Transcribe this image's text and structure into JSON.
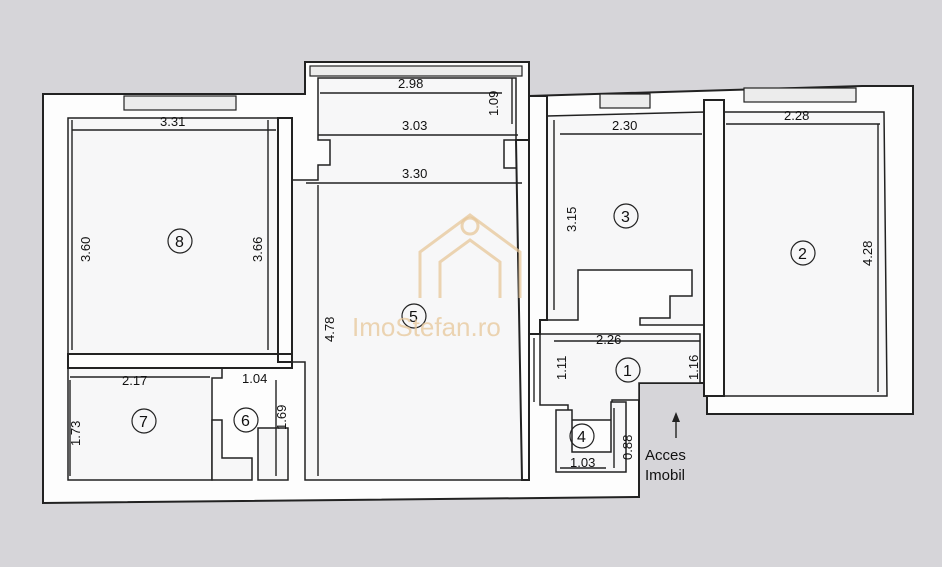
{
  "rooms": [
    {
      "id": "1",
      "label": "1"
    },
    {
      "id": "2",
      "label": "2"
    },
    {
      "id": "3",
      "label": "3"
    },
    {
      "id": "4",
      "label": "4"
    },
    {
      "id": "5",
      "label": "5"
    },
    {
      "id": "6",
      "label": "6"
    },
    {
      "id": "7",
      "label": "7"
    },
    {
      "id": "8",
      "label": "8"
    }
  ],
  "dimensions": [
    "2.98",
    "1.09",
    "3.03",
    "3.30",
    "3.31",
    "3.60",
    "3.66",
    "4.78",
    "2.30",
    "3.15",
    "2.28",
    "4.28",
    "2.26",
    "1.11",
    "1.16",
    "2.17",
    "1.04",
    "1.73",
    "1.69",
    "0.88",
    "1.03"
  ],
  "access": {
    "line1": "Acces",
    "line2": "Imobil"
  },
  "watermark": {
    "text": "ImoStefan.ro"
  }
}
